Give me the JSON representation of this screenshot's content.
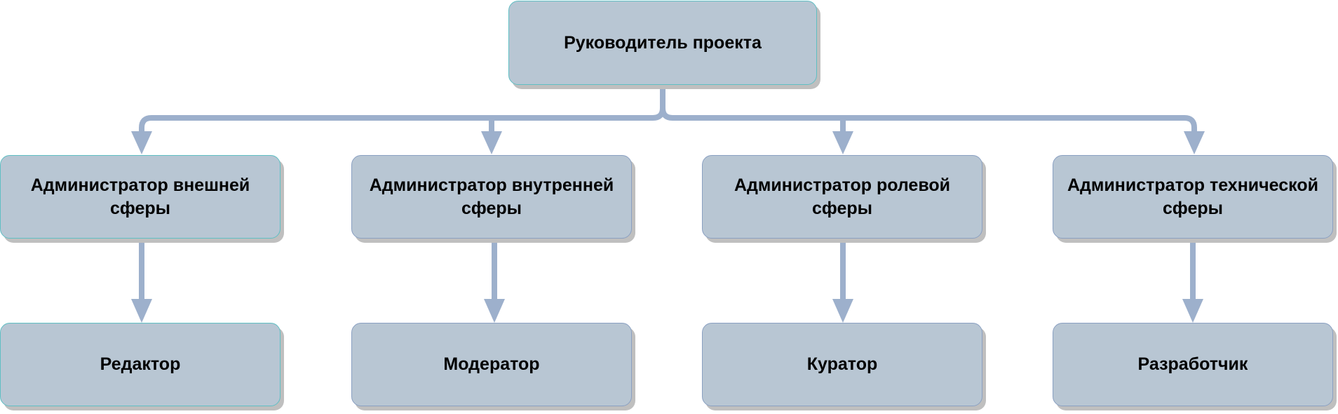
{
  "diagram": {
    "root": {
      "label": "Руководитель проекта"
    },
    "admins": [
      {
        "label": "Администратор внешней сферы"
      },
      {
        "label": "Администратор внутренней сферы"
      },
      {
        "label": "Администратор ролевой сферы"
      },
      {
        "label": "Администратор технической сферы"
      }
    ],
    "roles": [
      {
        "label": "Редактор"
      },
      {
        "label": "Модератор"
      },
      {
        "label": "Куратор"
      },
      {
        "label": "Разработчик"
      }
    ]
  },
  "colors": {
    "box_fill": "#b8c6d3",
    "box_border_teal": "#5fbfc4",
    "box_border_blue": "#8aa0c2",
    "connector": "#9db0cc",
    "shadow": "#bfbfbf"
  }
}
